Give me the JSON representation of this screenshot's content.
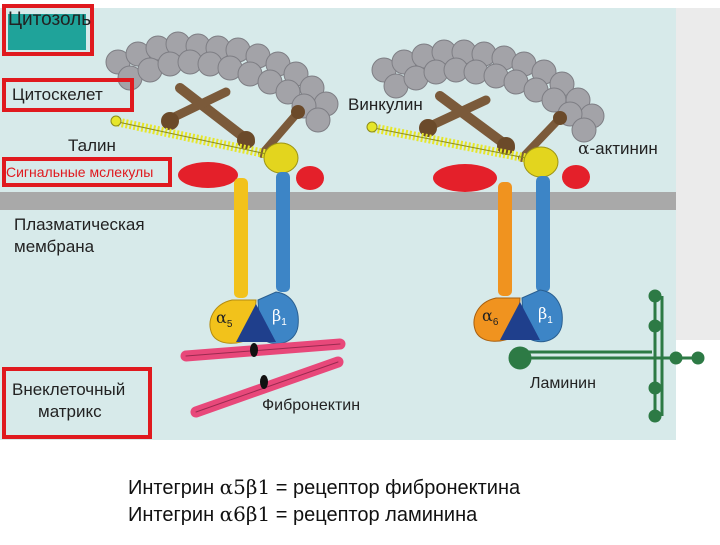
{
  "labels": {
    "cytosol": "Цитозоль",
    "cytoskeleton": "Цитоскелет",
    "talin": "Талин",
    "vinculin": "Винкулин",
    "alpha_actinin_prefix": "α",
    "alpha_actinin": "-актинин",
    "signal_molecules": "Сигнальные мслекулы",
    "membrane_line1": "Плазматическая",
    "membrane_line2": "мембрана",
    "ecm_line1": "Внеклеточный",
    "ecm_line2": "матрикс",
    "laminin": "Ламинин",
    "fibronectin": "Фибронектин"
  },
  "subunits": {
    "left_alpha": "α",
    "left_alpha_sub": "5",
    "left_beta": "β",
    "left_beta_sub": "1",
    "right_alpha": "α",
    "right_alpha_sub": "6",
    "right_beta": "β",
    "right_beta_sub": "1"
  },
  "caption": {
    "line1_prefix": "Интегрин ",
    "line1_formula": "α5β1",
    "line1_suffix": " = рецептор фибронектина",
    "line2_prefix": "Интегрин ",
    "line2_formula": "α6β1",
    "line2_suffix": " = рецептор ламинина"
  },
  "colors": {
    "background": "#d7eaea",
    "membrane": "#a9a9a9",
    "actin": "#a3a3a8",
    "alpha_actinin": "#7b5a3a",
    "talin": "#e6e62a",
    "vinculin": "#e3d51e",
    "signal": "#e4202a",
    "alpha_subunit": "#f2c21b",
    "alpha6_subunit": "#f0931f",
    "beta_subunit": "#3d85c6",
    "fibronectin": "#e8487a",
    "laminin": "#2d7a45",
    "highlight": "#e0191e"
  }
}
